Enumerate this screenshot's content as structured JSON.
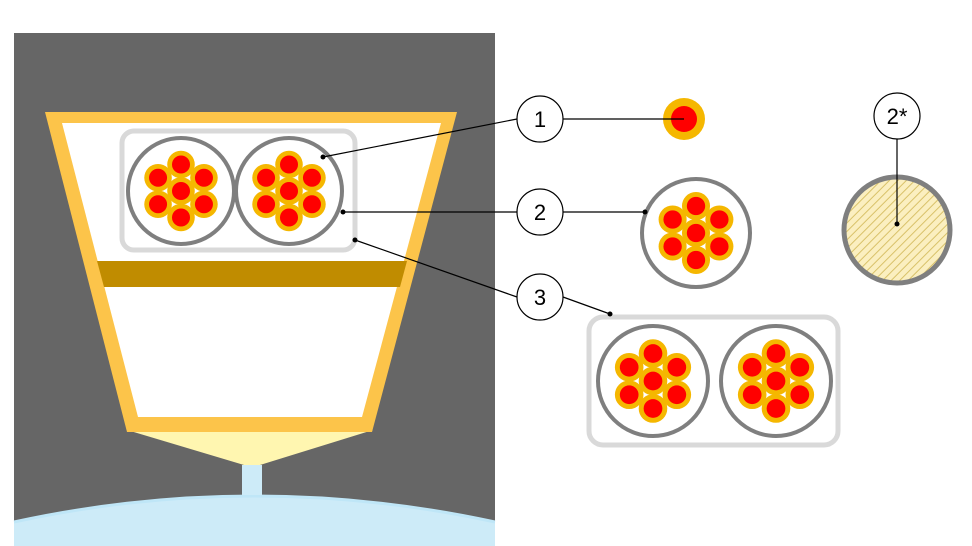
{
  "callouts": [
    {
      "id": "1",
      "label": "1"
    },
    {
      "id": "2",
      "label": "2"
    },
    {
      "id": "3",
      "label": "3"
    },
    {
      "id": "2star",
      "label": "2*"
    }
  ],
  "colors": {
    "background": "#666666",
    "cup_frame": "#fcc44a",
    "cup_inner": "#ffffff",
    "band": "#c08c00",
    "glow": "#fff6b0",
    "surface": "#cdebf8",
    "core": "#ff0000",
    "cladding": "#f5b700",
    "ring": "#7f7f7f",
    "bundle_frame": "#d9d9d9",
    "hatch_fill": "#fbefc0",
    "hatch_line": "#d9c26a"
  }
}
